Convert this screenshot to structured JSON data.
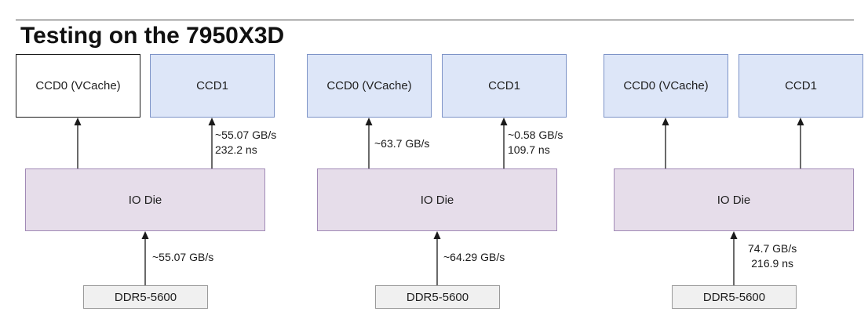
{
  "title": "Testing on the 7950X3D",
  "panels": [
    {
      "ccd0": {
        "label": "CCD0 (VCache)",
        "highlighted": false
      },
      "ccd1": {
        "label": "CCD1",
        "highlighted": true
      },
      "io_die": "IO Die",
      "memory": "DDR5-5600",
      "ccd0_link": {
        "line1": "",
        "line2": ""
      },
      "ccd1_link": {
        "line1": "~55.07 GB/s",
        "line2": "232.2 ns"
      },
      "memory_link": {
        "line1": "~55.07 GB/s",
        "line2": ""
      }
    },
    {
      "ccd0": {
        "label": "CCD0 (VCache)",
        "highlighted": true
      },
      "ccd1": {
        "label": "CCD1",
        "highlighted": true
      },
      "io_die": "IO Die",
      "memory": "DDR5-5600",
      "ccd0_link": {
        "line1": "~63.7 GB/s",
        "line2": ""
      },
      "ccd1_link": {
        "line1": "~0.58 GB/s",
        "line2": "109.7 ns"
      },
      "memory_link": {
        "line1": "~64.29 GB/s",
        "line2": ""
      }
    },
    {
      "ccd0": {
        "label": "CCD0 (VCache)",
        "highlighted": true
      },
      "ccd1": {
        "label": "CCD1",
        "highlighted": true
      },
      "io_die": "IO Die",
      "memory": "DDR5-5600",
      "ccd0_link": {
        "line1": "",
        "line2": ""
      },
      "ccd1_link": {
        "line1": "",
        "line2": ""
      },
      "memory_link": {
        "line1": "74.7 GB/s",
        "line2": "216.9 ns"
      }
    }
  ],
  "colors": {
    "ccd_fill": "#dde6f8",
    "ccd_border": "#7d93c7",
    "io_fill": "#e6ddea",
    "io_border": "#a18ab6",
    "memory_fill": "#f0f0f0",
    "memory_border": "#9a9a9a",
    "unhighlighted_fill": "#ffffff",
    "unhighlighted_border": "#1a1a1a"
  }
}
